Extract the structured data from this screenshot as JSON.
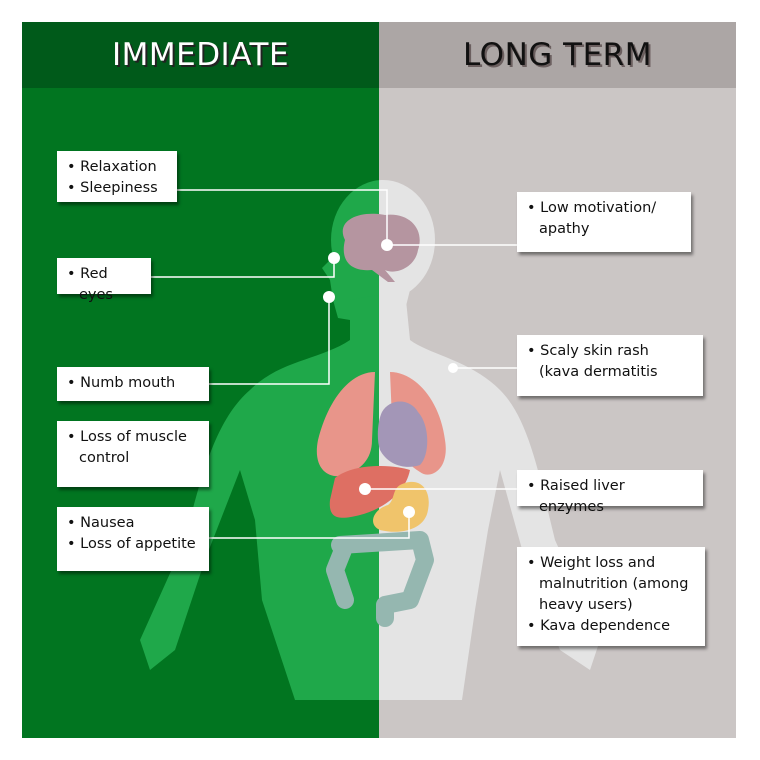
{
  "headers": {
    "immediate": "IMMEDIATE",
    "long_term": "LONG TERM"
  },
  "colors": {
    "immediate_header": "#005a1a",
    "immediate_bg": "#017520",
    "long_header": "#aca6a5",
    "long_bg": "#cbc6c5",
    "body_left": "#1fa84a",
    "body_right": "#e4e4e4"
  },
  "immediate_effects": [
    {
      "items": [
        "Relaxation",
        "Sleepiness"
      ]
    },
    {
      "items": [
        "Red eyes"
      ]
    },
    {
      "items": [
        "Numb mouth"
      ]
    },
    {
      "items": [
        "Loss of muscle control"
      ]
    },
    {
      "items": [
        "Nausea",
        "Loss of appetite"
      ]
    }
  ],
  "long_term_effects": [
    {
      "items": [
        "Low motivation/ apathy"
      ]
    },
    {
      "items": [
        "Scaly skin rash (kava dermatitis"
      ]
    },
    {
      "items": [
        "Raised liver enzymes"
      ]
    },
    {
      "items": [
        "Weight loss and malnutrition (among heavy users)",
        "Kava dependence"
      ]
    }
  ]
}
